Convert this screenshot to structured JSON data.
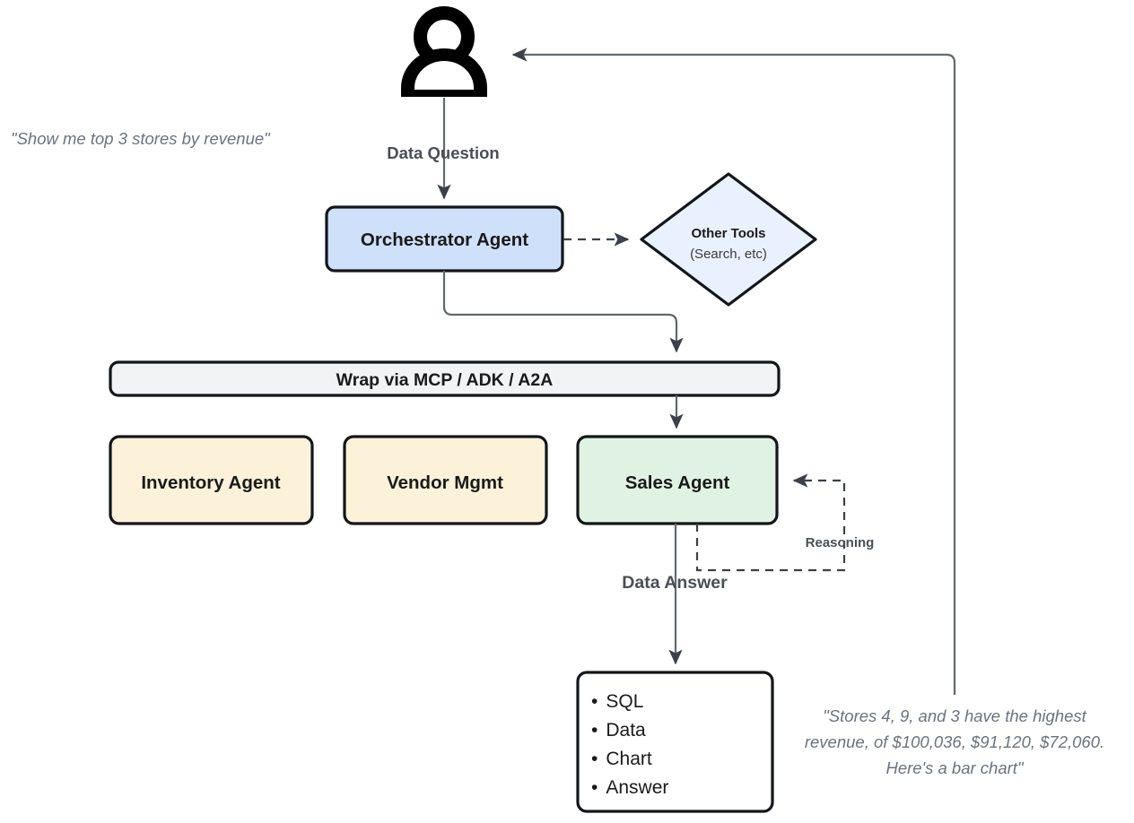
{
  "diagram": {
    "title": "Agentic data analytics architecture",
    "colors": {
      "orchestrator_fill": "#cfe0fb",
      "tools_fill": "#e9f1fe",
      "wrap_fill": "#f1f3f4",
      "agent_fill": "#fbf2d9",
      "sales_fill": "#e0f3e2",
      "answer_fill": "#ffffff",
      "border": "#13161a",
      "connector": "#62686f",
      "label_text": "#4a4f57",
      "quote_text": "#6b7280"
    },
    "actor": {
      "name": "user-actor",
      "icon": "person-icon"
    },
    "quotes": {
      "question": "\"Show me top 3 stores by revenue\"",
      "answer_line_1": "\"Stores 4, 9, and 3 have the highest",
      "answer_line_2": "revenue, of $100,036, $91,120, $72,060.",
      "answer_line_3": "Here's a bar chart\""
    },
    "edge_labels": {
      "data_question": "Data Question",
      "data_answer": "Data Answer",
      "reasoning": "Reasoning"
    },
    "nodes": {
      "orchestrator": {
        "label": "Orchestrator Agent"
      },
      "other_tools": {
        "label": "Other Tools",
        "sublabel": "(Search, etc)"
      },
      "wrap": {
        "label": "Wrap via MCP / ADK / A2A"
      },
      "inventory": {
        "label": "Inventory Agent"
      },
      "vendor": {
        "label": "Vendor Mgmt"
      },
      "sales": {
        "label": "Sales Agent"
      }
    },
    "answer_box": {
      "name": "answer-output-box",
      "items": [
        "SQL",
        "Data",
        "Chart",
        "Answer"
      ],
      "bullet": "•"
    }
  }
}
